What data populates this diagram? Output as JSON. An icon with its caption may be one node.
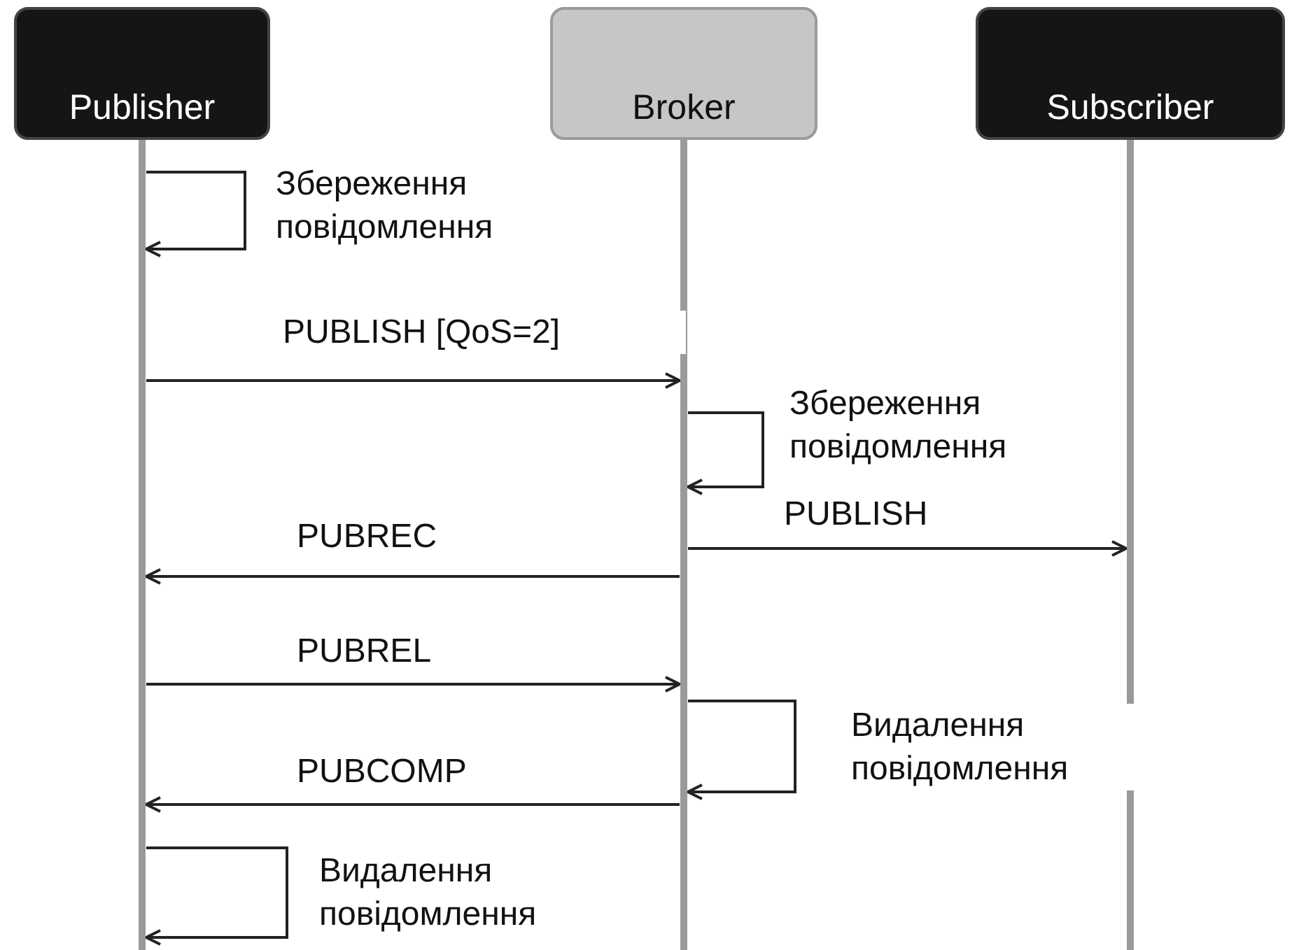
{
  "diagram": {
    "nodes": [
      {
        "text": [
          "Publisher"
        ]
      },
      {
        "text": [
          "Broker"
        ]
      },
      {
        "text": [
          "Subscriber"
        ]
      }
    ],
    "edges": [
      {
        "from": 0,
        "to": 0,
        "arrow": "to",
        "label": "Збереження повідомлення"
      },
      {
        "from": 0,
        "to": 1,
        "arrow": "to",
        "label": "PUBLISH [QoS=2]"
      },
      {
        "from": 1,
        "to": 1,
        "arrow": "to",
        "label": "Збереження повідомлення"
      },
      {
        "from": 1,
        "to": 2,
        "arrow": "to",
        "label": "PUBLISH"
      },
      {
        "from": 1,
        "to": 0,
        "arrow": "to",
        "label": "PUBREC"
      },
      {
        "from": 0,
        "to": 1,
        "arrow": "to",
        "label": "PUBREL"
      },
      {
        "from": 1,
        "to": 1,
        "arrow": "to",
        "label": "Видалення повідомлення"
      },
      {
        "from": 1,
        "to": 0,
        "arrow": "to",
        "label": "PUBCOMP"
      },
      {
        "from": 0,
        "to": 0,
        "arrow": "to",
        "label": "Видалення повідомлення"
      }
    ]
  }
}
